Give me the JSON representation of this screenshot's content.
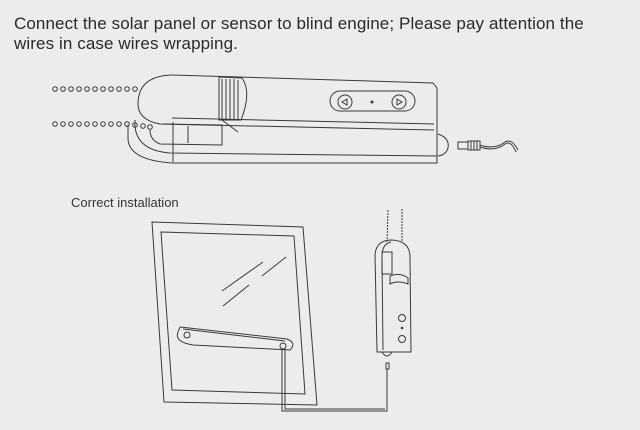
{
  "instruction": {
    "line1": "Connect the solar panel or sensor to blind engine; Please pay attention the",
    "line2": "wires in case wires wrapping."
  },
  "figure_top": {
    "label": "blind-engine-side-view",
    "buttons": [
      "left-arrow-button",
      "right-arrow-button"
    ],
    "connector": "dc-plug-cable"
  },
  "figure_bottom": {
    "caption": "Correct installation",
    "parts": [
      "window-frame",
      "solar-panel",
      "blind-engine-vertical",
      "connecting-wire"
    ]
  },
  "colors": {
    "background": "#ececec",
    "line": "#3a3a3a",
    "text": "#2a2a2a"
  }
}
